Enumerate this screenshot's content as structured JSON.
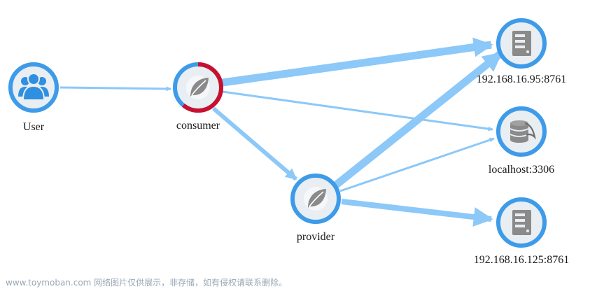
{
  "diagram": {
    "nodes": {
      "user": {
        "label": "User",
        "icon": "users-icon"
      },
      "consumer": {
        "label": "consumer",
        "icon": "spring-leaf-icon",
        "status_color": "#c8102e"
      },
      "provider": {
        "label": "provider",
        "icon": "spring-leaf-icon"
      },
      "server1": {
        "label": "192.168.16.95:8761",
        "icon": "server-icon"
      },
      "database": {
        "label": "localhost:3306",
        "icon": "database-icon"
      },
      "server2": {
        "label": "192.168.16.125:8761",
        "icon": "server-icon"
      }
    },
    "edges": [
      {
        "from": "user",
        "to": "consumer",
        "weight": "thin"
      },
      {
        "from": "consumer",
        "to": "server1",
        "weight": "heavy"
      },
      {
        "from": "consumer",
        "to": "database",
        "weight": "thin"
      },
      {
        "from": "consumer",
        "to": "provider",
        "weight": "medium"
      },
      {
        "from": "provider",
        "to": "server1",
        "weight": "heavy"
      },
      {
        "from": "provider",
        "to": "database",
        "weight": "thin"
      },
      {
        "from": "provider",
        "to": "server2",
        "weight": "heavy"
      }
    ],
    "colors": {
      "ring": "#3d9be9",
      "node_fill": "#e9eef3",
      "edge": "#8cc8f8",
      "icon_blue": "#2f8fe0",
      "icon_gray": "#8a8a8a",
      "error": "#c8102e"
    }
  },
  "watermark": "www.toymoban.com 网络图片仅供展示，非存储，如有侵权请联系删除。"
}
